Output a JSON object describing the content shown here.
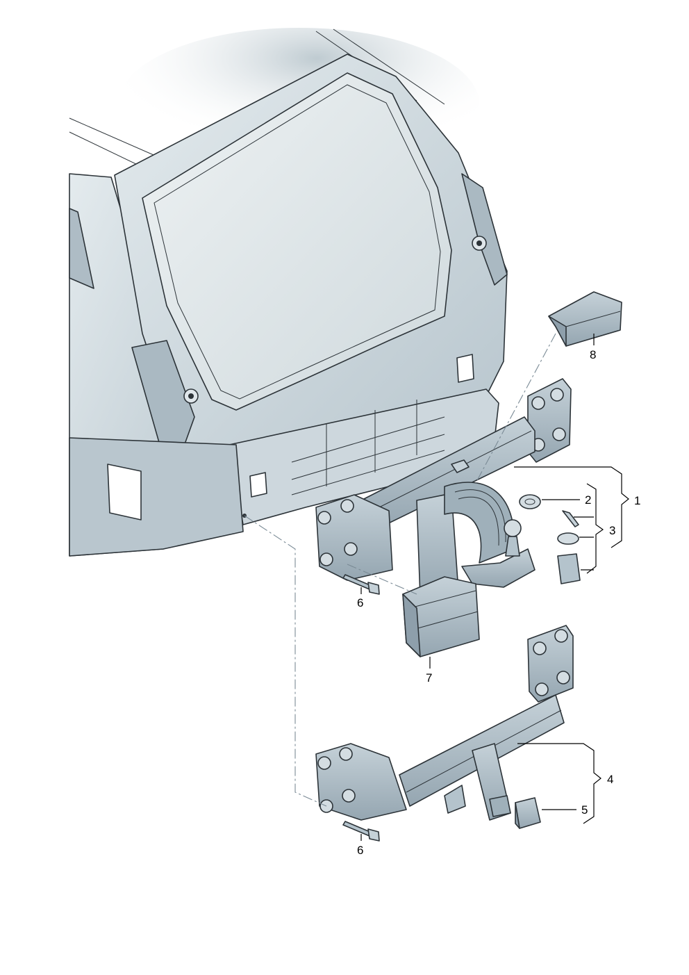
{
  "callouts": {
    "c1": "1",
    "c2": "2",
    "c3": "3",
    "c4": "4",
    "c5": "5",
    "c6a": "6",
    "c6b": "6",
    "c7": "7",
    "c8": "8"
  },
  "colors": {
    "body": "#c9d4da",
    "body_dark": "#9fb0ba",
    "glass": "#dde5e8",
    "part": "#b4c3cc",
    "part_dark": "#8797a2",
    "outline": "#2c3338"
  }
}
